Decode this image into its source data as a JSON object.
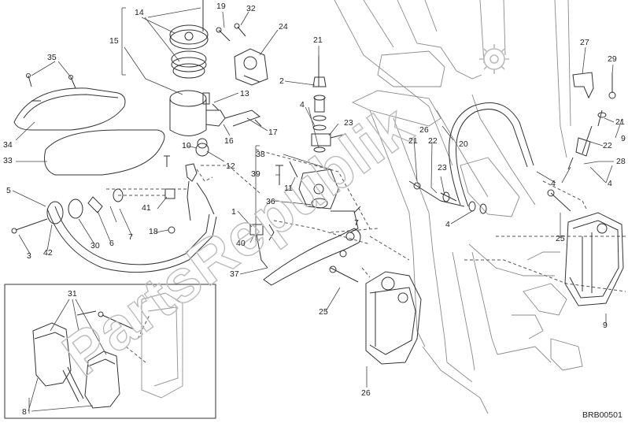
{
  "diagram": {
    "code": "BRB00501",
    "watermark": "PartsRepublik",
    "labels": [
      {
        "id": "l14",
        "text": "14"
      },
      {
        "id": "l15",
        "text": "15"
      },
      {
        "id": "l19",
        "text": "19"
      },
      {
        "id": "l32",
        "text": "32"
      },
      {
        "id": "l24",
        "text": "24"
      },
      {
        "id": "l21a",
        "text": "21"
      },
      {
        "id": "l35",
        "text": "35"
      },
      {
        "id": "l2",
        "text": "2"
      },
      {
        "id": "l13",
        "text": "13"
      },
      {
        "id": "l4a",
        "text": "4"
      },
      {
        "id": "l23a",
        "text": "23"
      },
      {
        "id": "l17",
        "text": "17"
      },
      {
        "id": "l16",
        "text": "16"
      },
      {
        "id": "l34",
        "text": "34"
      },
      {
        "id": "l10",
        "text": "10"
      },
      {
        "id": "l33",
        "text": "33"
      },
      {
        "id": "l12",
        "text": "12"
      },
      {
        "id": "l38",
        "text": "38"
      },
      {
        "id": "l39",
        "text": "39"
      },
      {
        "id": "l11",
        "text": "11"
      },
      {
        "id": "l26a",
        "text": "26"
      },
      {
        "id": "l21b",
        "text": "21"
      },
      {
        "id": "l22a",
        "text": "22"
      },
      {
        "id": "l20",
        "text": "20"
      },
      {
        "id": "l27",
        "text": "27"
      },
      {
        "id": "l29",
        "text": "29"
      },
      {
        "id": "l21c",
        "text": "21"
      },
      {
        "id": "l22b",
        "text": "22"
      },
      {
        "id": "l28",
        "text": "28"
      },
      {
        "id": "l9a",
        "text": "9"
      },
      {
        "id": "l5",
        "text": "5"
      },
      {
        "id": "l41",
        "text": "41"
      },
      {
        "id": "l36",
        "text": "36"
      },
      {
        "id": "l23b",
        "text": "23"
      },
      {
        "id": "l4b",
        "text": "4"
      },
      {
        "id": "l4c",
        "text": "4"
      },
      {
        "id": "l4d",
        "text": "4"
      },
      {
        "id": "l1",
        "text": "1"
      },
      {
        "id": "l7a",
        "text": "7"
      },
      {
        "id": "l7b",
        "text": "7"
      },
      {
        "id": "l18",
        "text": "18"
      },
      {
        "id": "l40",
        "text": "40"
      },
      {
        "id": "l3",
        "text": "3"
      },
      {
        "id": "l42",
        "text": "42"
      },
      {
        "id": "l30",
        "text": "30"
      },
      {
        "id": "l6",
        "text": "6"
      },
      {
        "id": "l25a",
        "text": "25"
      },
      {
        "id": "l37",
        "text": "37"
      },
      {
        "id": "l25b",
        "text": "25"
      },
      {
        "id": "l9b",
        "text": "9"
      },
      {
        "id": "l31",
        "text": "31"
      },
      {
        "id": "l26b",
        "text": "26"
      },
      {
        "id": "l8",
        "text": "8"
      }
    ]
  }
}
